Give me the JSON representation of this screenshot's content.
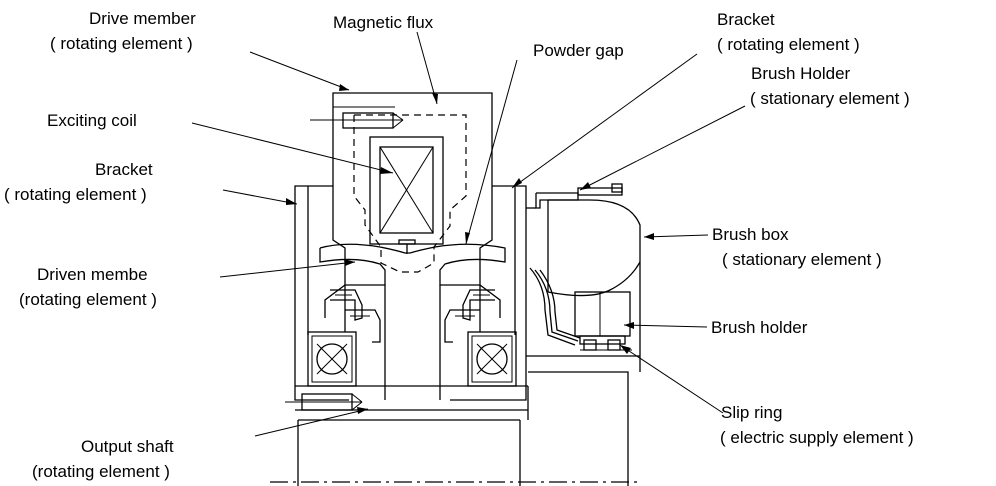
{
  "labels": {
    "drive_member_1": "Drive member",
    "drive_member_2": "( rotating element )",
    "magnetic_flux": "Magnetic flux",
    "powder_gap": "Powder gap",
    "bracket_right_1": "Bracket",
    "bracket_right_2": "( rotating element )",
    "brush_holder_top_1": "Brush Holder",
    "brush_holder_top_2": "( stationary element )",
    "exciting_coil": "Exciting coil",
    "bracket_left_1": "Bracket",
    "bracket_left_2": "( rotating element )",
    "brush_box_1": "Brush box",
    "brush_box_2": "( stationary element )",
    "driven_member_1": "Driven membe",
    "driven_member_2": "(rotating element )",
    "brush_holder": "Brush holder",
    "slip_ring_1": "Slip ring",
    "slip_ring_2": "( electric supply element )",
    "output_shaft_1": "Output shaft",
    "output_shaft_2": "(rotating element )"
  },
  "colors": {
    "line": "#000000",
    "background": "#ffffff"
  }
}
